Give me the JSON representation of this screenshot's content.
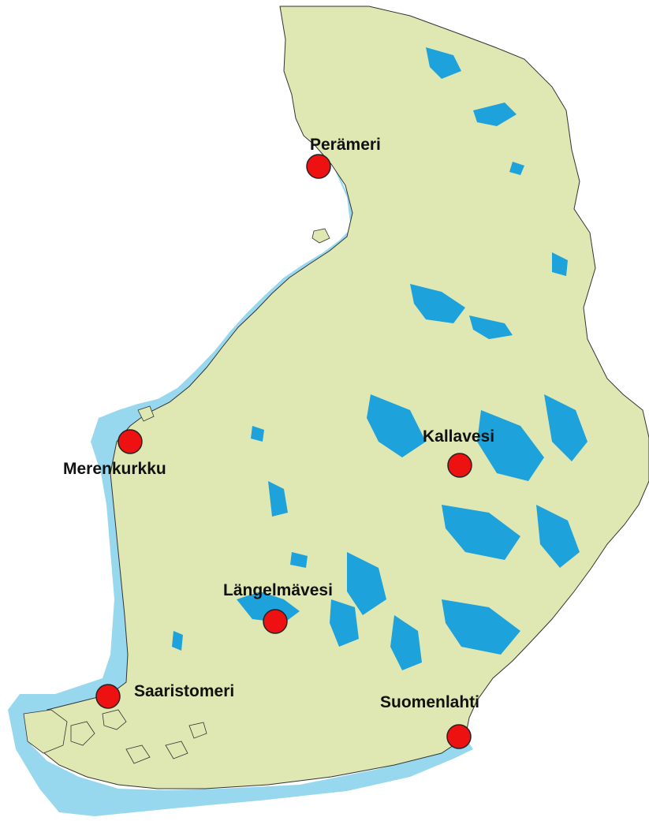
{
  "map": {
    "colors": {
      "land": "#dfe8b3",
      "sea": "#98d8ef",
      "lake": "#1ea2dc",
      "border": "#333333",
      "marker": "#ee1111"
    },
    "places": [
      {
        "id": "peramer",
        "name": "Perämeri"
      },
      {
        "id": "merenkurkku",
        "name": "Merenkurkku"
      },
      {
        "id": "kallavesi",
        "name": "Kallavesi"
      },
      {
        "id": "langelmavesi",
        "name": "Längelmävesi"
      },
      {
        "id": "saaristomeri",
        "name": "Saaristomeri"
      },
      {
        "id": "suomenlahti",
        "name": "Suomenlahti"
      }
    ]
  }
}
